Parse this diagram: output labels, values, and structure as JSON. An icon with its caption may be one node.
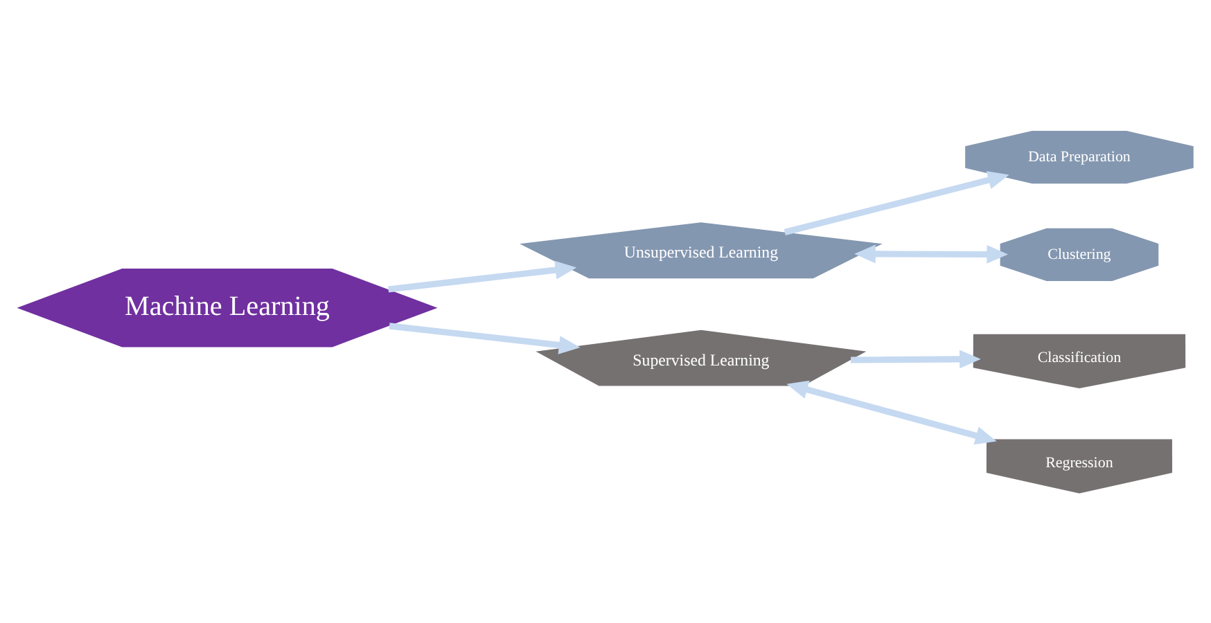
{
  "diagram": {
    "nodes": [
      {
        "text": [
          "Machine Learning"
        ]
      },
      {
        "text": [
          "Unsupervised Learning"
        ]
      },
      {
        "text": [
          "Data Preparation"
        ]
      },
      {
        "text": [
          "Clustering"
        ]
      },
      {
        "text": [
          "Supervised Learning"
        ]
      },
      {
        "text": [
          "Classification"
        ]
      },
      {
        "text": [
          "Regression"
        ]
      }
    ],
    "edges": [
      {
        "from": 0,
        "to": 1,
        "arrow": "to"
      },
      {
        "from": 1,
        "to": 2,
        "arrow": "to"
      },
      {
        "from": 1,
        "to": 3,
        "arrow": "both"
      },
      {
        "from": 0,
        "to": 4,
        "arrow": "to"
      },
      {
        "from": 4,
        "to": 5,
        "arrow": "to"
      },
      {
        "from": 4,
        "to": 6,
        "arrow": "both"
      }
    ]
  }
}
